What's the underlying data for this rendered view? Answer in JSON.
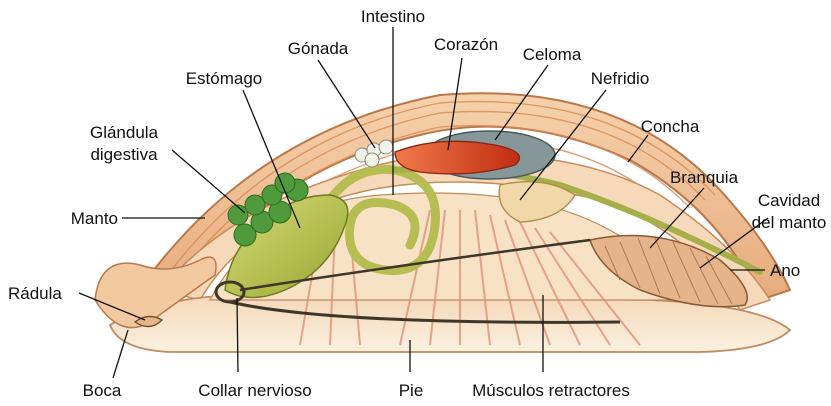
{
  "labels": {
    "intestino": "Intestino",
    "gonada": "Gónada",
    "corazon": "Corazón",
    "celoma": "Celoma",
    "nefridio": "Nefridio",
    "estomago": "Estómago",
    "glandula_1": "Glándula",
    "glandula_2": "digestiva",
    "concha": "Concha",
    "branquia": "Branquia",
    "cavidad_1": "Cavidad",
    "cavidad_2": "del manto",
    "manto": "Manto",
    "ano": "Ano",
    "radula": "Rádula",
    "boca": "Boca",
    "collar": "Collar nervioso",
    "pie": "Pie",
    "musculos": "Músculos retractores"
  },
  "colors": {
    "shell": "#f2c9a0",
    "shell_stripe": "#d88a55",
    "mantle": "#f6d9b8",
    "foot": "#f9e7cf",
    "muscle": "#e8876f",
    "stomach": "#b7c24a",
    "gland": "#4f9a3a",
    "heart": "#d9401f",
    "coelom": "#7d8c8f",
    "nerve": "#4a4230",
    "gill": "#d9a27a",
    "text": "#111111"
  }
}
